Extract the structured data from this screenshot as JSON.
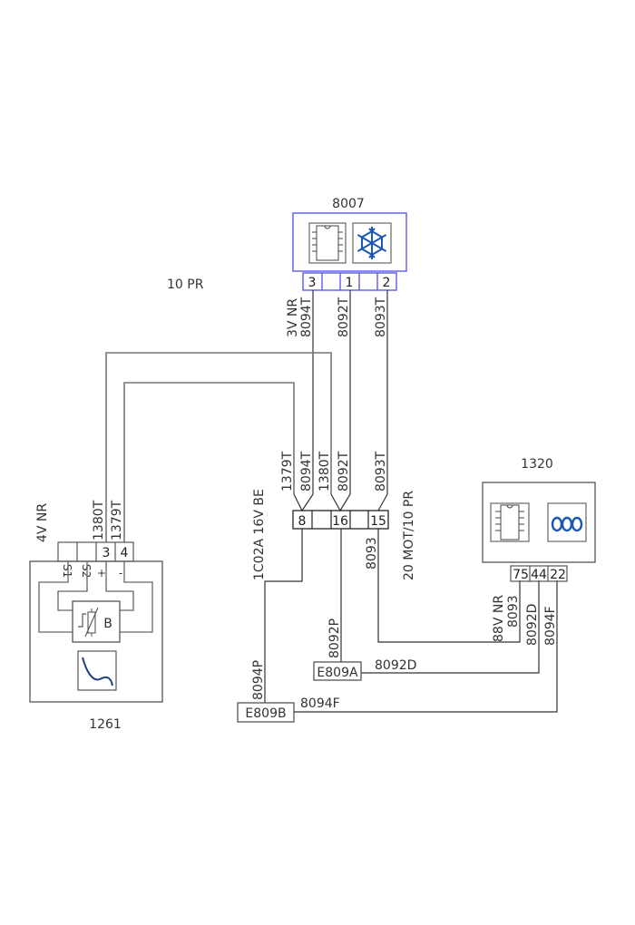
{
  "components": {
    "c8007": {
      "id": "8007",
      "pins": [
        "3",
        "",
        "1",
        "",
        "2"
      ],
      "icons": [
        "ic-chip-icon",
        "snowflake-icon"
      ],
      "color": "#5a5ae6"
    },
    "c1261": {
      "id": "1261",
      "pins": [
        "",
        "",
        "3",
        "4"
      ],
      "terminal_labels": [
        "S1",
        "S2",
        "+",
        "-"
      ],
      "sensor_label": "B",
      "connector_label": "4V NR"
    },
    "c1320": {
      "id": "1320",
      "pins": [
        "75",
        "44",
        "22"
      ],
      "connector_label": "88V NR"
    },
    "junction": {
      "pins": [
        "8",
        "",
        "16",
        "",
        "15"
      ],
      "label_left": "1C02A 16V BE",
      "label_right": "20 MOT/10 PR"
    },
    "splice_a": {
      "id": "E809A"
    },
    "splice_b": {
      "id": "E809B"
    }
  },
  "labels": {
    "top_left": "10 PR",
    "c8007_connector": "3V NR"
  },
  "wires": {
    "w8094T_top": "8094T",
    "w8092T_top": "8092T",
    "w8093T_top": "8093T",
    "w1379T_j": "1379T",
    "w8094T_j": "8094T",
    "w1380T_j": "1380T",
    "w8092T_j": "8092T",
    "w8093T_j": "8093T",
    "w1380T_s": "1380T",
    "w1379T_s": "1379T",
    "w8093_j": "8093",
    "w8092P": "8092P",
    "w8094P": "8094P",
    "w8092D": "8092D",
    "w8094F": "8094F",
    "w8093_c": "8093",
    "w8092D_c": "8092D",
    "w8094F_c": "8094F"
  }
}
